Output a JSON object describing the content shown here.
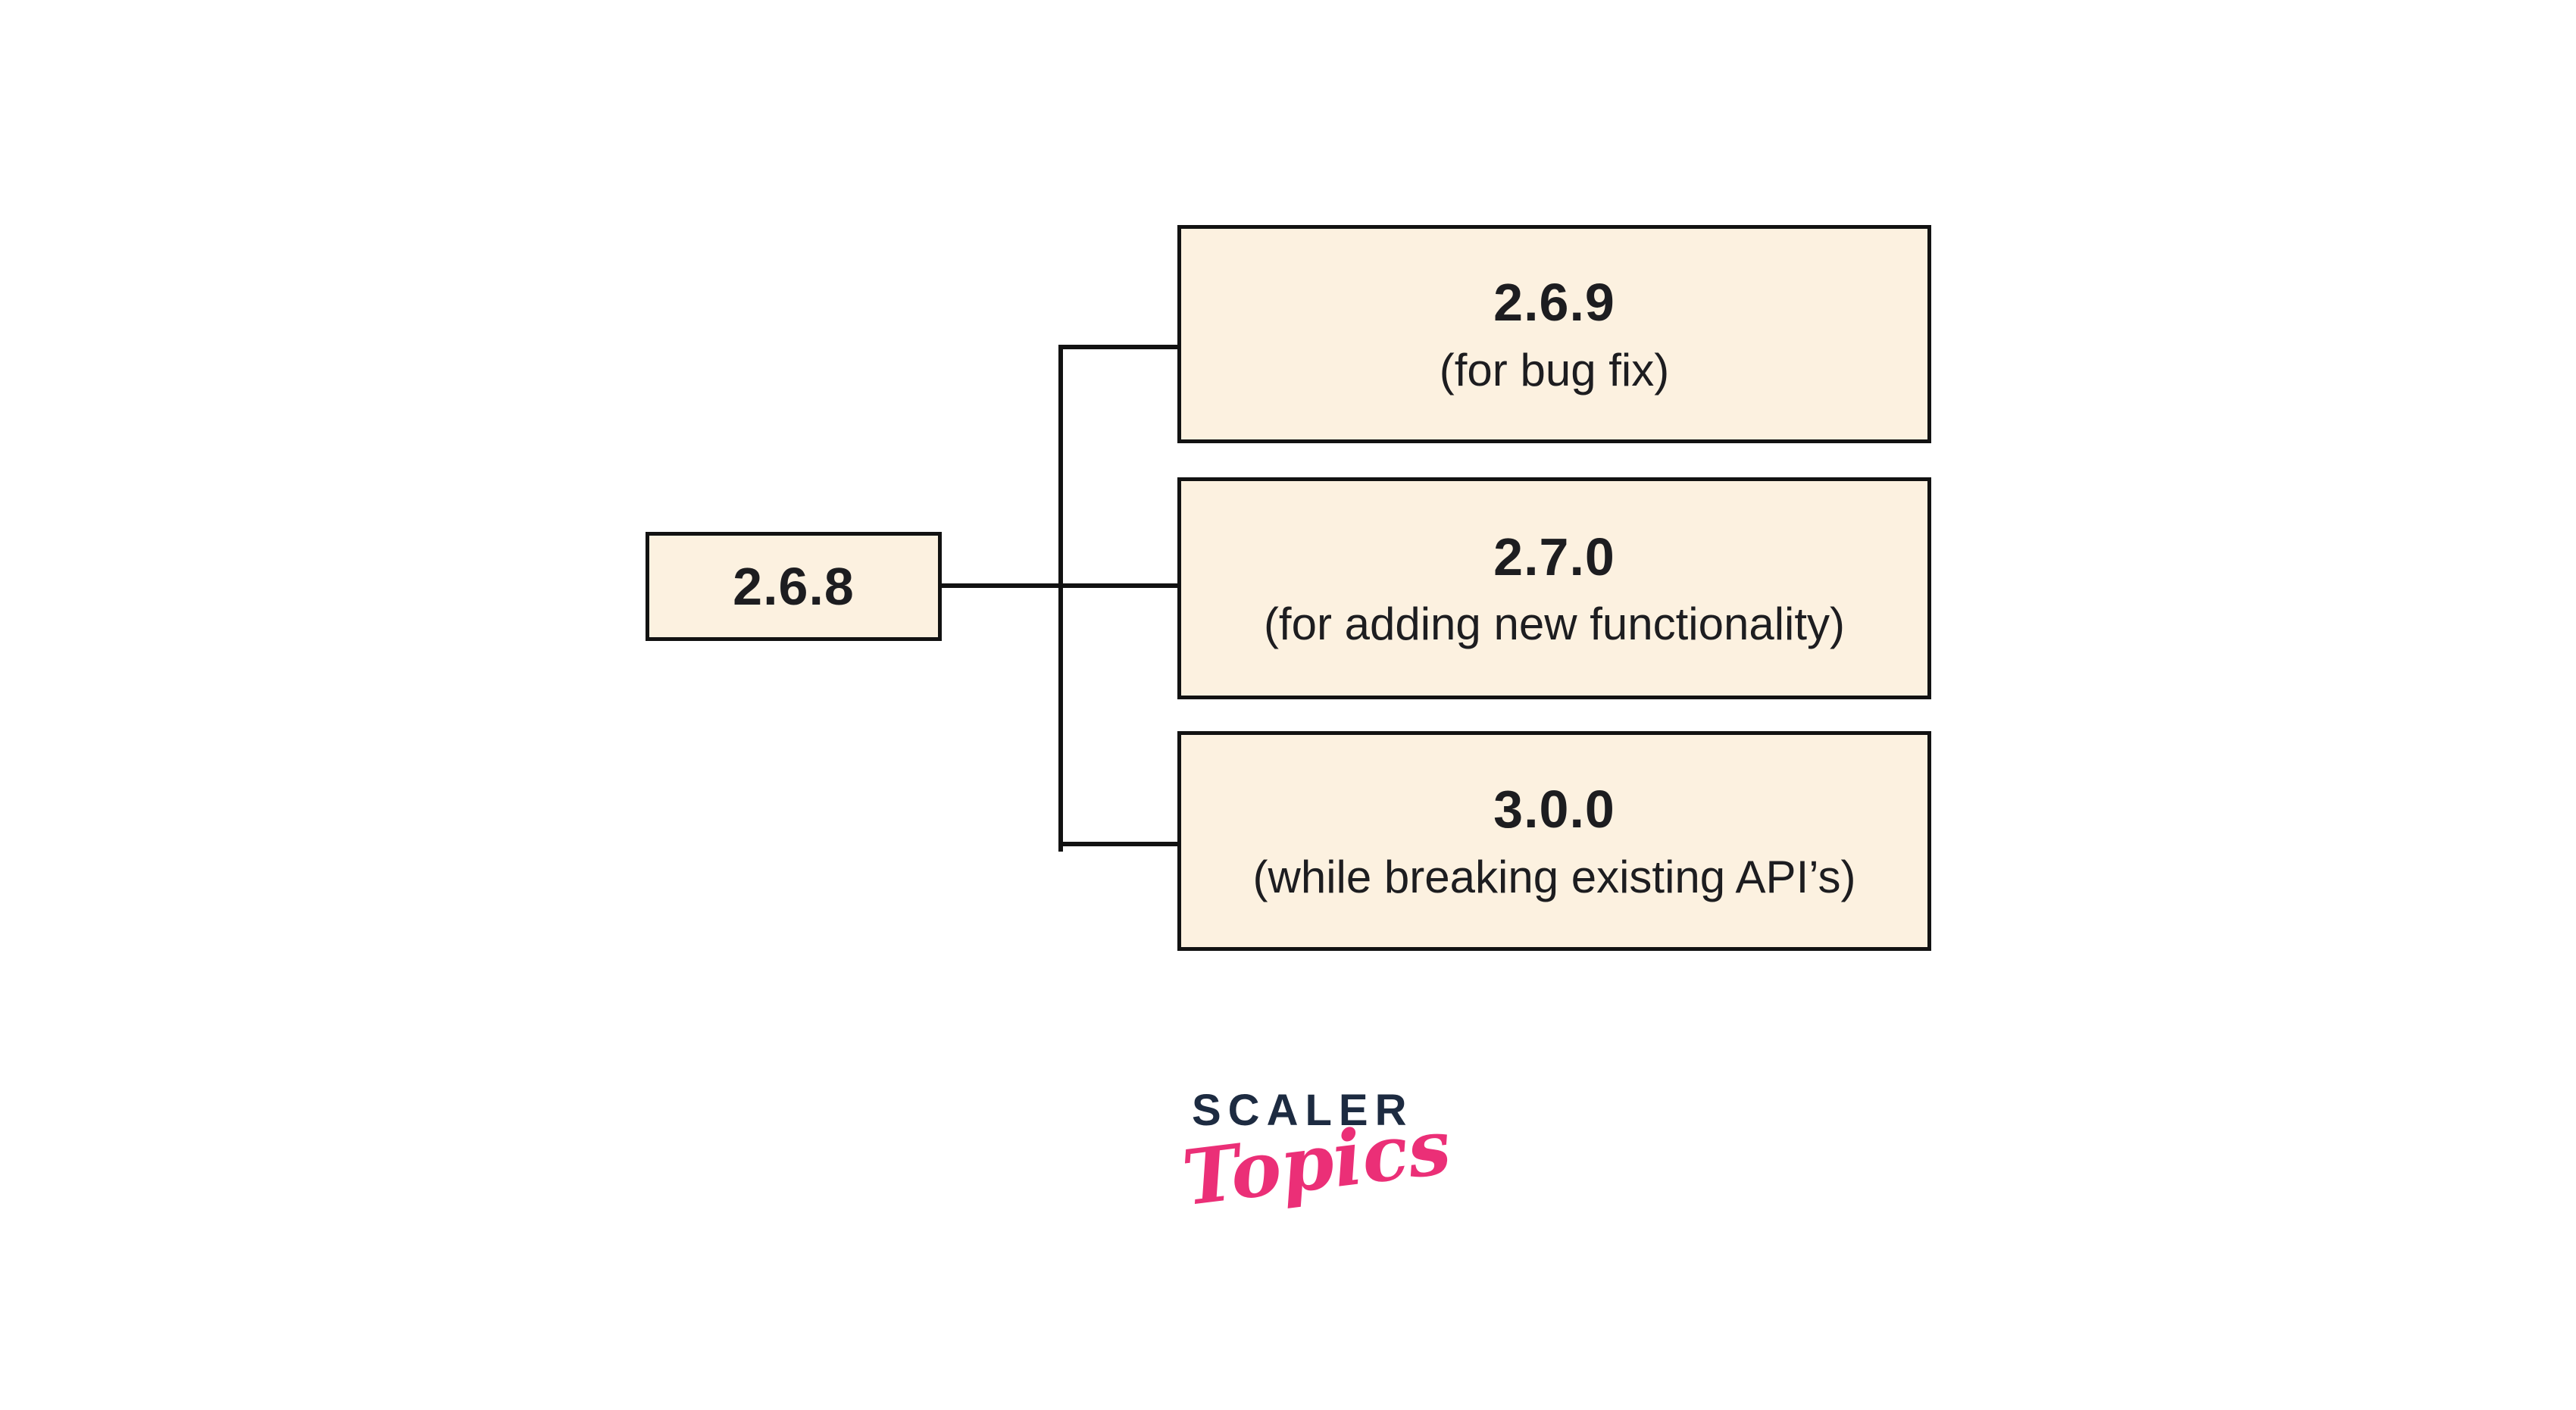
{
  "colors": {
    "background": "#ffffff",
    "box_fill": "#fcf1e0",
    "box_border": "#121212",
    "line": "#121212",
    "text": "#1d1d20",
    "logo_primary": "#1d2b41",
    "logo_secondary": "#eb2f77"
  },
  "diagram": {
    "root": {
      "version": "2.6.8"
    },
    "branches": [
      {
        "version": "2.6.9",
        "note": "(for bug fix)"
      },
      {
        "version": "2.7.0",
        "note": "(for adding new functionality)"
      },
      {
        "version": "3.0.0",
        "note": "(while breaking existing API’s)"
      }
    ]
  },
  "logo": {
    "primary": "SCALER",
    "secondary": "Topics"
  }
}
